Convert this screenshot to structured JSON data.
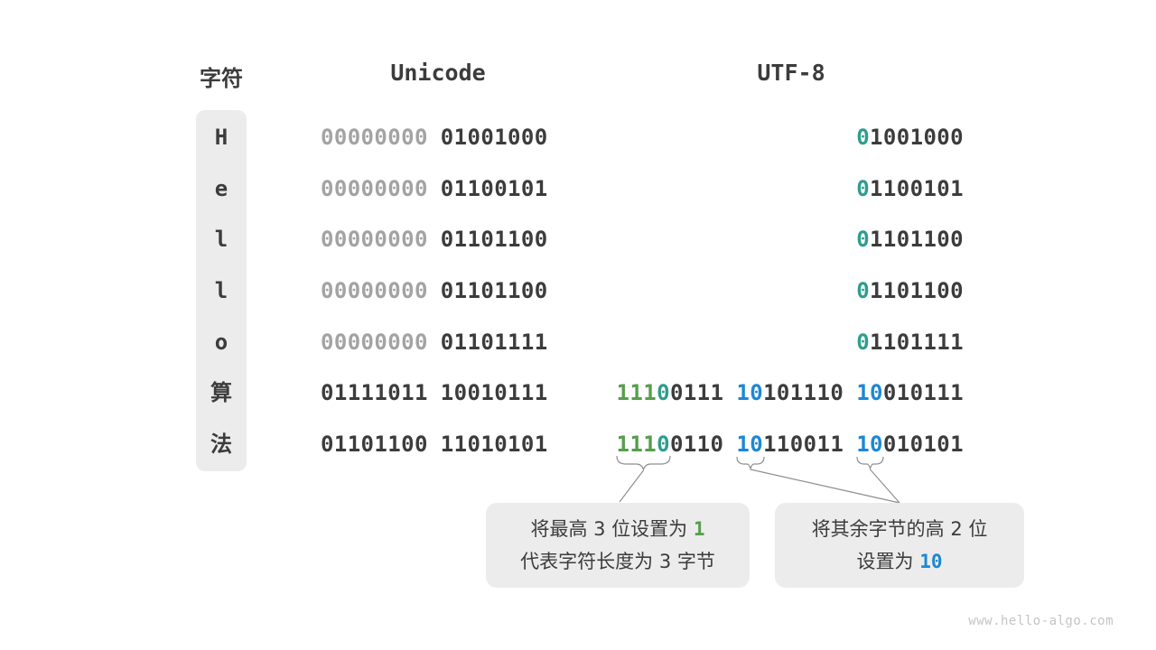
{
  "colors": {
    "dark": "#3c3c3c",
    "gray": "#a3a3a3",
    "green": "#569e4c",
    "teal": "#2e9d8e",
    "blue": "#1d88d2",
    "box_bg": "#ececec",
    "line_stroke": "#8f8f8f",
    "watermark_gray": "#c4c4c4"
  },
  "headers": {
    "char_label": "字符",
    "unicode_label": "Unicode",
    "utf8_label": "UTF-8"
  },
  "table": {
    "rows": [
      {
        "char": "H",
        "unicode": [
          [
            {
              "t": "00000000",
              "c": "gray"
            }
          ],
          [
            {
              "t": "01001000",
              "c": "dark"
            }
          ]
        ],
        "utf8": [
          [
            {
              "t": "0",
              "c": "teal"
            },
            {
              "t": "1001000",
              "c": "dark"
            }
          ]
        ]
      },
      {
        "char": "e",
        "unicode": [
          [
            {
              "t": "00000000",
              "c": "gray"
            }
          ],
          [
            {
              "t": "01100101",
              "c": "dark"
            }
          ]
        ],
        "utf8": [
          [
            {
              "t": "0",
              "c": "teal"
            },
            {
              "t": "1100101",
              "c": "dark"
            }
          ]
        ]
      },
      {
        "char": "l",
        "unicode": [
          [
            {
              "t": "00000000",
              "c": "gray"
            }
          ],
          [
            {
              "t": "01101100",
              "c": "dark"
            }
          ]
        ],
        "utf8": [
          [
            {
              "t": "0",
              "c": "teal"
            },
            {
              "t": "1101100",
              "c": "dark"
            }
          ]
        ]
      },
      {
        "char": "l",
        "unicode": [
          [
            {
              "t": "00000000",
              "c": "gray"
            }
          ],
          [
            {
              "t": "01101100",
              "c": "dark"
            }
          ]
        ],
        "utf8": [
          [
            {
              "t": "0",
              "c": "teal"
            },
            {
              "t": "1101100",
              "c": "dark"
            }
          ]
        ]
      },
      {
        "char": "o",
        "unicode": [
          [
            {
              "t": "00000000",
              "c": "gray"
            }
          ],
          [
            {
              "t": "01101111",
              "c": "dark"
            }
          ]
        ],
        "utf8": [
          [
            {
              "t": "0",
              "c": "teal"
            },
            {
              "t": "1101111",
              "c": "dark"
            }
          ]
        ]
      },
      {
        "char": "算",
        "unicode": [
          [
            {
              "t": "01111011",
              "c": "dark"
            }
          ],
          [
            {
              "t": "10010111",
              "c": "dark"
            }
          ]
        ],
        "utf8": [
          [
            {
              "t": "111",
              "c": "green"
            },
            {
              "t": "0",
              "c": "teal"
            },
            {
              "t": "0111",
              "c": "dark"
            }
          ],
          [
            {
              "t": "10",
              "c": "blue"
            },
            {
              "t": "101110",
              "c": "dark"
            }
          ],
          [
            {
              "t": "10",
              "c": "blue"
            },
            {
              "t": "010111",
              "c": "dark"
            }
          ]
        ]
      },
      {
        "char": "法",
        "unicode": [
          [
            {
              "t": "01101100",
              "c": "dark"
            }
          ],
          [
            {
              "t": "11010101",
              "c": "dark"
            }
          ]
        ],
        "utf8": [
          [
            {
              "t": "111",
              "c": "green"
            },
            {
              "t": "0",
              "c": "teal"
            },
            {
              "t": "0110",
              "c": "dark"
            }
          ],
          [
            {
              "t": "10",
              "c": "blue"
            },
            {
              "t": "110011",
              "c": "dark"
            }
          ],
          [
            {
              "t": "10",
              "c": "blue"
            },
            {
              "t": "010101",
              "c": "dark"
            }
          ]
        ]
      }
    ]
  },
  "callouts": {
    "left": {
      "lines": [
        [
          {
            "t": "将最高 3 位设置为 ",
            "c": "dark"
          },
          {
            "t": "1",
            "c": "green",
            "mono": true
          }
        ],
        [
          {
            "t": "代表字符长度为 3 字节",
            "c": "dark"
          }
        ]
      ]
    },
    "right": {
      "lines": [
        [
          {
            "t": "将其余字节的高 2 位",
            "c": "dark"
          }
        ],
        [
          {
            "t": "设置为 ",
            "c": "dark"
          },
          {
            "t": "10",
            "c": "blue",
            "mono": true
          }
        ]
      ]
    }
  },
  "watermark": "www.hello-algo.com"
}
